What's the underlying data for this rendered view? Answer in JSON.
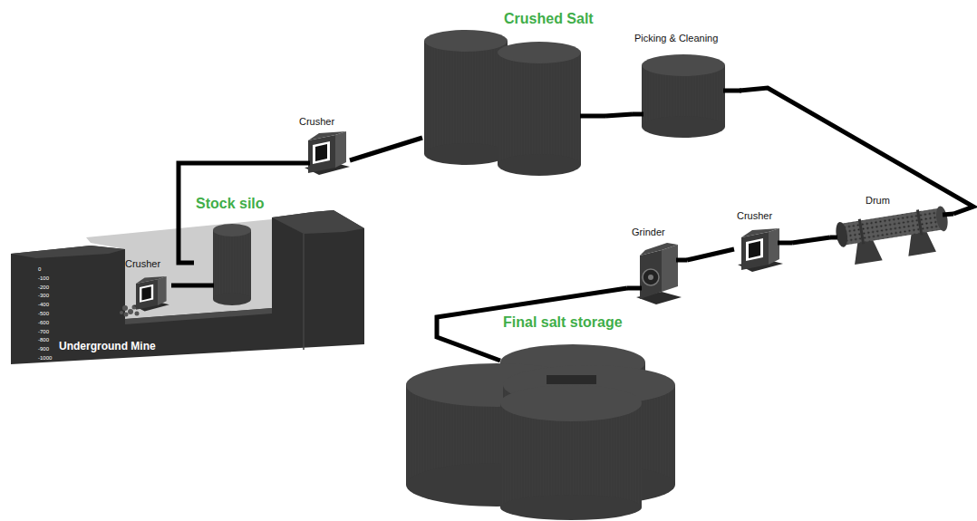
{
  "diagram": {
    "nodes": [
      {
        "text": [
          "Underground Mine"
        ]
      },
      {
        "text": [
          "Crusher"
        ],
        "in": 0
      },
      {
        "text": [
          "Stock silo"
        ],
        "in": 0
      },
      {
        "text": [
          "Crusher"
        ]
      },
      {
        "text": [
          "Crushed Salt"
        ]
      },
      {
        "text": [
          "Picking & Cleaning"
        ]
      },
      {
        "text": [
          "Drum"
        ]
      },
      {
        "text": [
          "Crusher"
        ]
      },
      {
        "text": [
          "Grinder"
        ]
      },
      {
        "text": [
          "Final salt storage"
        ]
      }
    ],
    "edges": [
      {
        "from": 1,
        "to": 2,
        "arrow": "none"
      },
      {
        "from": 2,
        "to": 3,
        "arrow": "none"
      },
      {
        "from": 3,
        "to": 4,
        "arrow": "none"
      },
      {
        "from": 4,
        "to": 5,
        "arrow": "none"
      },
      {
        "from": 5,
        "to": 6,
        "arrow": "none"
      },
      {
        "from": 6,
        "to": 7,
        "arrow": "none"
      },
      {
        "from": 7,
        "to": 8,
        "arrow": "none"
      },
      {
        "from": 8,
        "to": 9,
        "arrow": "none"
      }
    ],
    "labels": [
      "0",
      "-100",
      "-200",
      "-300",
      "-400",
      "-500",
      "-600",
      "-700",
      "-800",
      "-900",
      "-1000"
    ]
  }
}
